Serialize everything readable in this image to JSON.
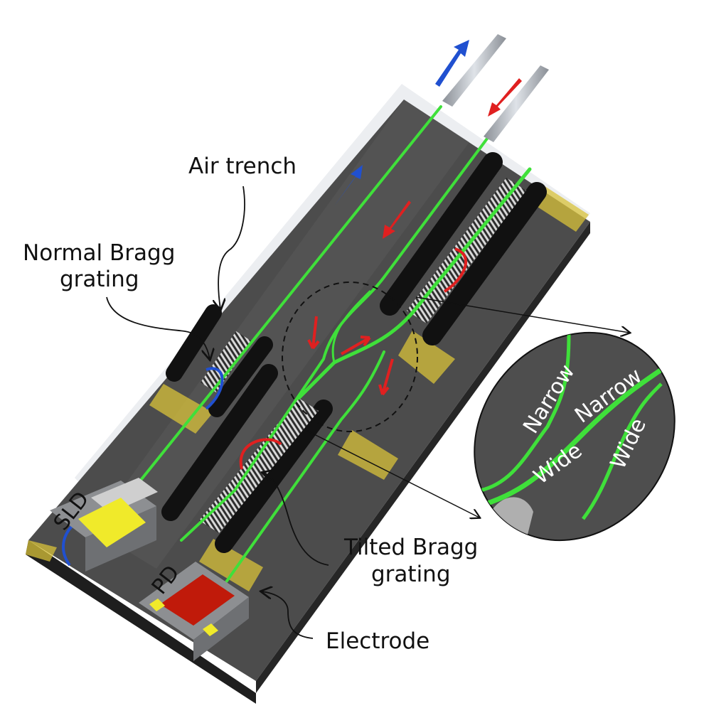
{
  "labels": {
    "air_trench": "Air trench",
    "normal_bragg_line1": "Normal Bragg",
    "normal_bragg_line2": "grating",
    "tilted_bragg_line1": "Tilted Bragg",
    "tilted_bragg_line2": "grating",
    "electrode": "Electrode",
    "sld": "SLD",
    "pd": "PD"
  },
  "zoom_labels": {
    "narrow_left": "Narrow",
    "narrow_right": "Narrow",
    "wide_left": "Wide",
    "wide_right": "Wide"
  },
  "colors": {
    "waveguide": "#3fe03a",
    "substrate_top": "#4c4c4c",
    "substrate_side": "#262626",
    "electrode": "#d8c23a",
    "sld_chip": "#f0ea2a",
    "pd_chip": "#c01a0a",
    "arrow_red": "#e02020",
    "arrow_blue": "#2050d0"
  }
}
